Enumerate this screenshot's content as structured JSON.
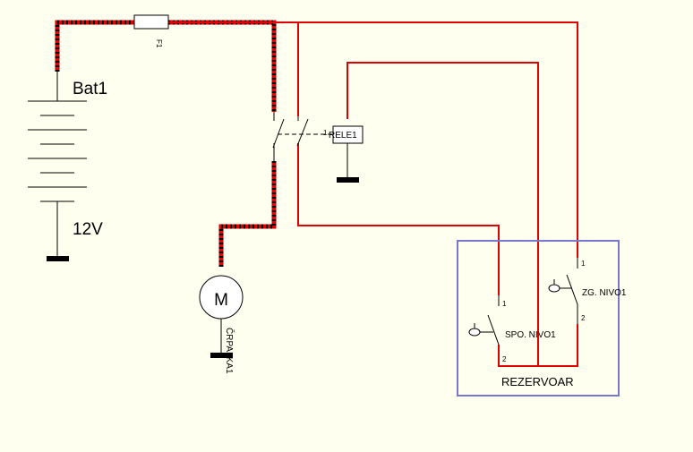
{
  "diagram": {
    "components": {
      "battery": {
        "name": "Bat1",
        "voltage": "12V"
      },
      "fuse": {
        "name": "F1"
      },
      "relay": {
        "name": "RELE1",
        "pin": "1"
      },
      "motor": {
        "symbol": "M",
        "name": "ČRPALKA1"
      },
      "switch_upper": {
        "name": "ZG. NIVO1",
        "pin1": "1",
        "pin2": "2"
      },
      "switch_lower": {
        "name": "SPO. NIVO1",
        "pin1": "1",
        "pin2": "2"
      },
      "tank": {
        "name": "REZERVOAR"
      }
    },
    "colors": {
      "background": "#fffff0",
      "wire_active": "#e00000",
      "wire_idle": "#000000",
      "tank_border": "#7777cc"
    }
  }
}
